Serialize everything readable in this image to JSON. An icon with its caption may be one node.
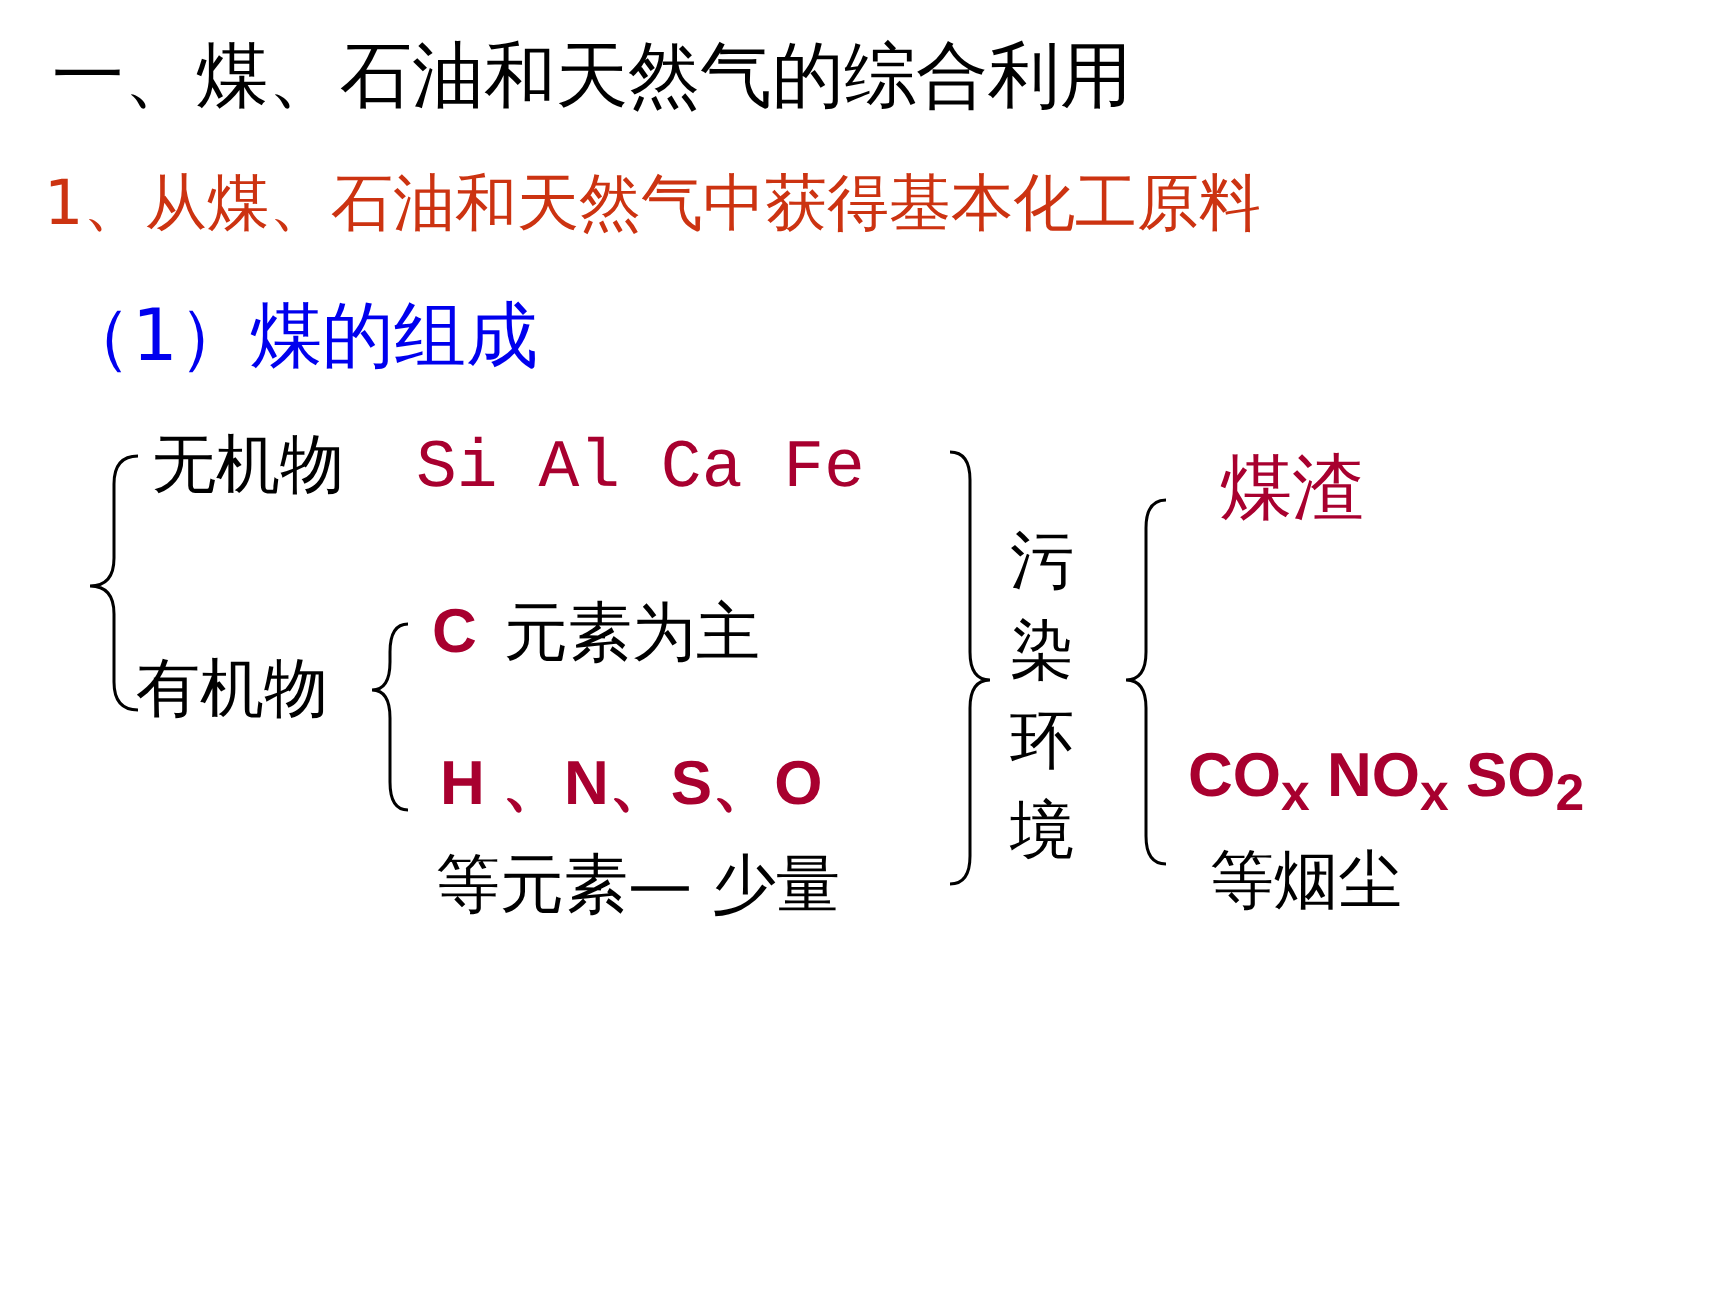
{
  "diagram": {
    "title": "一、煤、石油和天然气的综合利用",
    "labels": [
      "1、从煤、石油和天然气中获得基本化工原料",
      "（1）煤的组成",
      "无机物",
      "Si Al Ca Fe",
      "有机物",
      "C",
      "元素为主",
      "H 、N、S、O",
      "等元素— 少量",
      "污染环境",
      "煤渣",
      "CO$_{x}$ NO$_{x}$ SO$_{2}$",
      "等烟尘"
    ]
  }
}
